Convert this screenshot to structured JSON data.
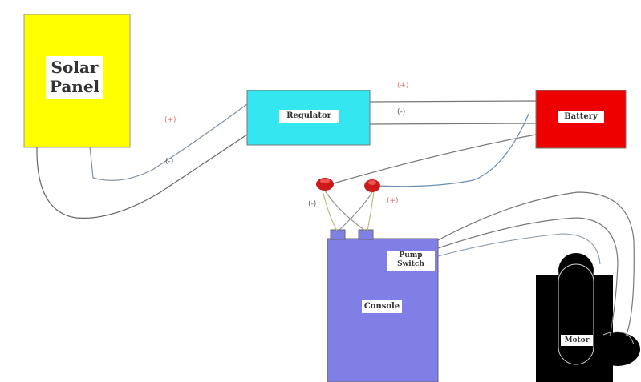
{
  "components": {
    "solar_panel": {
      "label_line1": "Solar",
      "label_line2": "Panel"
    },
    "regulator": {
      "label": "Regulator"
    },
    "battery": {
      "label": "Battery"
    },
    "console": {
      "label": "Console"
    },
    "pump_switch": {
      "label": "Pump Switch"
    },
    "motor": {
      "label": "Motor"
    }
  },
  "wire_labels": {
    "panel_pos": "(+)",
    "panel_neg": "(-)",
    "battery_pos": "(+)",
    "battery_neg": "(-)",
    "terminal_neg": "(-)",
    "terminal_pos": "(+)"
  },
  "colors": {
    "solar_panel": "#ffff00",
    "regulator": "#33e6f0",
    "battery": "#ee0000",
    "console": "#7f7fe6",
    "motor": "#000000",
    "terminal": "#cc1a1a",
    "wire": "#666666"
  }
}
